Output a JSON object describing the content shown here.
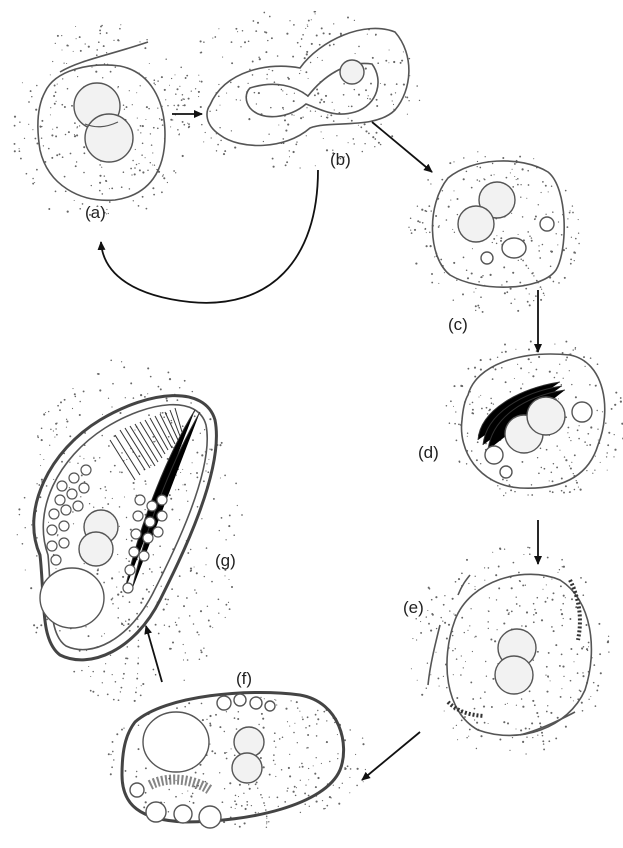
{
  "figure": {
    "stages": [
      {
        "id": "a",
        "label": "(a)"
      },
      {
        "id": "b",
        "label": "(b)"
      },
      {
        "id": "c",
        "label": "(c)"
      },
      {
        "id": "d",
        "label": "(d)"
      },
      {
        "id": "e",
        "label": "(e)"
      },
      {
        "id": "f",
        "label": "(f)"
      },
      {
        "id": "g",
        "label": "(g)"
      }
    ],
    "arrows": [
      {
        "from": "a",
        "to": "b"
      },
      {
        "from": "b",
        "to": "a"
      },
      {
        "from": "b",
        "to": "c"
      },
      {
        "from": "c",
        "to": "d"
      },
      {
        "from": "d",
        "to": "e"
      },
      {
        "from": "e",
        "to": "f"
      },
      {
        "from": "f",
        "to": "g"
      }
    ]
  }
}
